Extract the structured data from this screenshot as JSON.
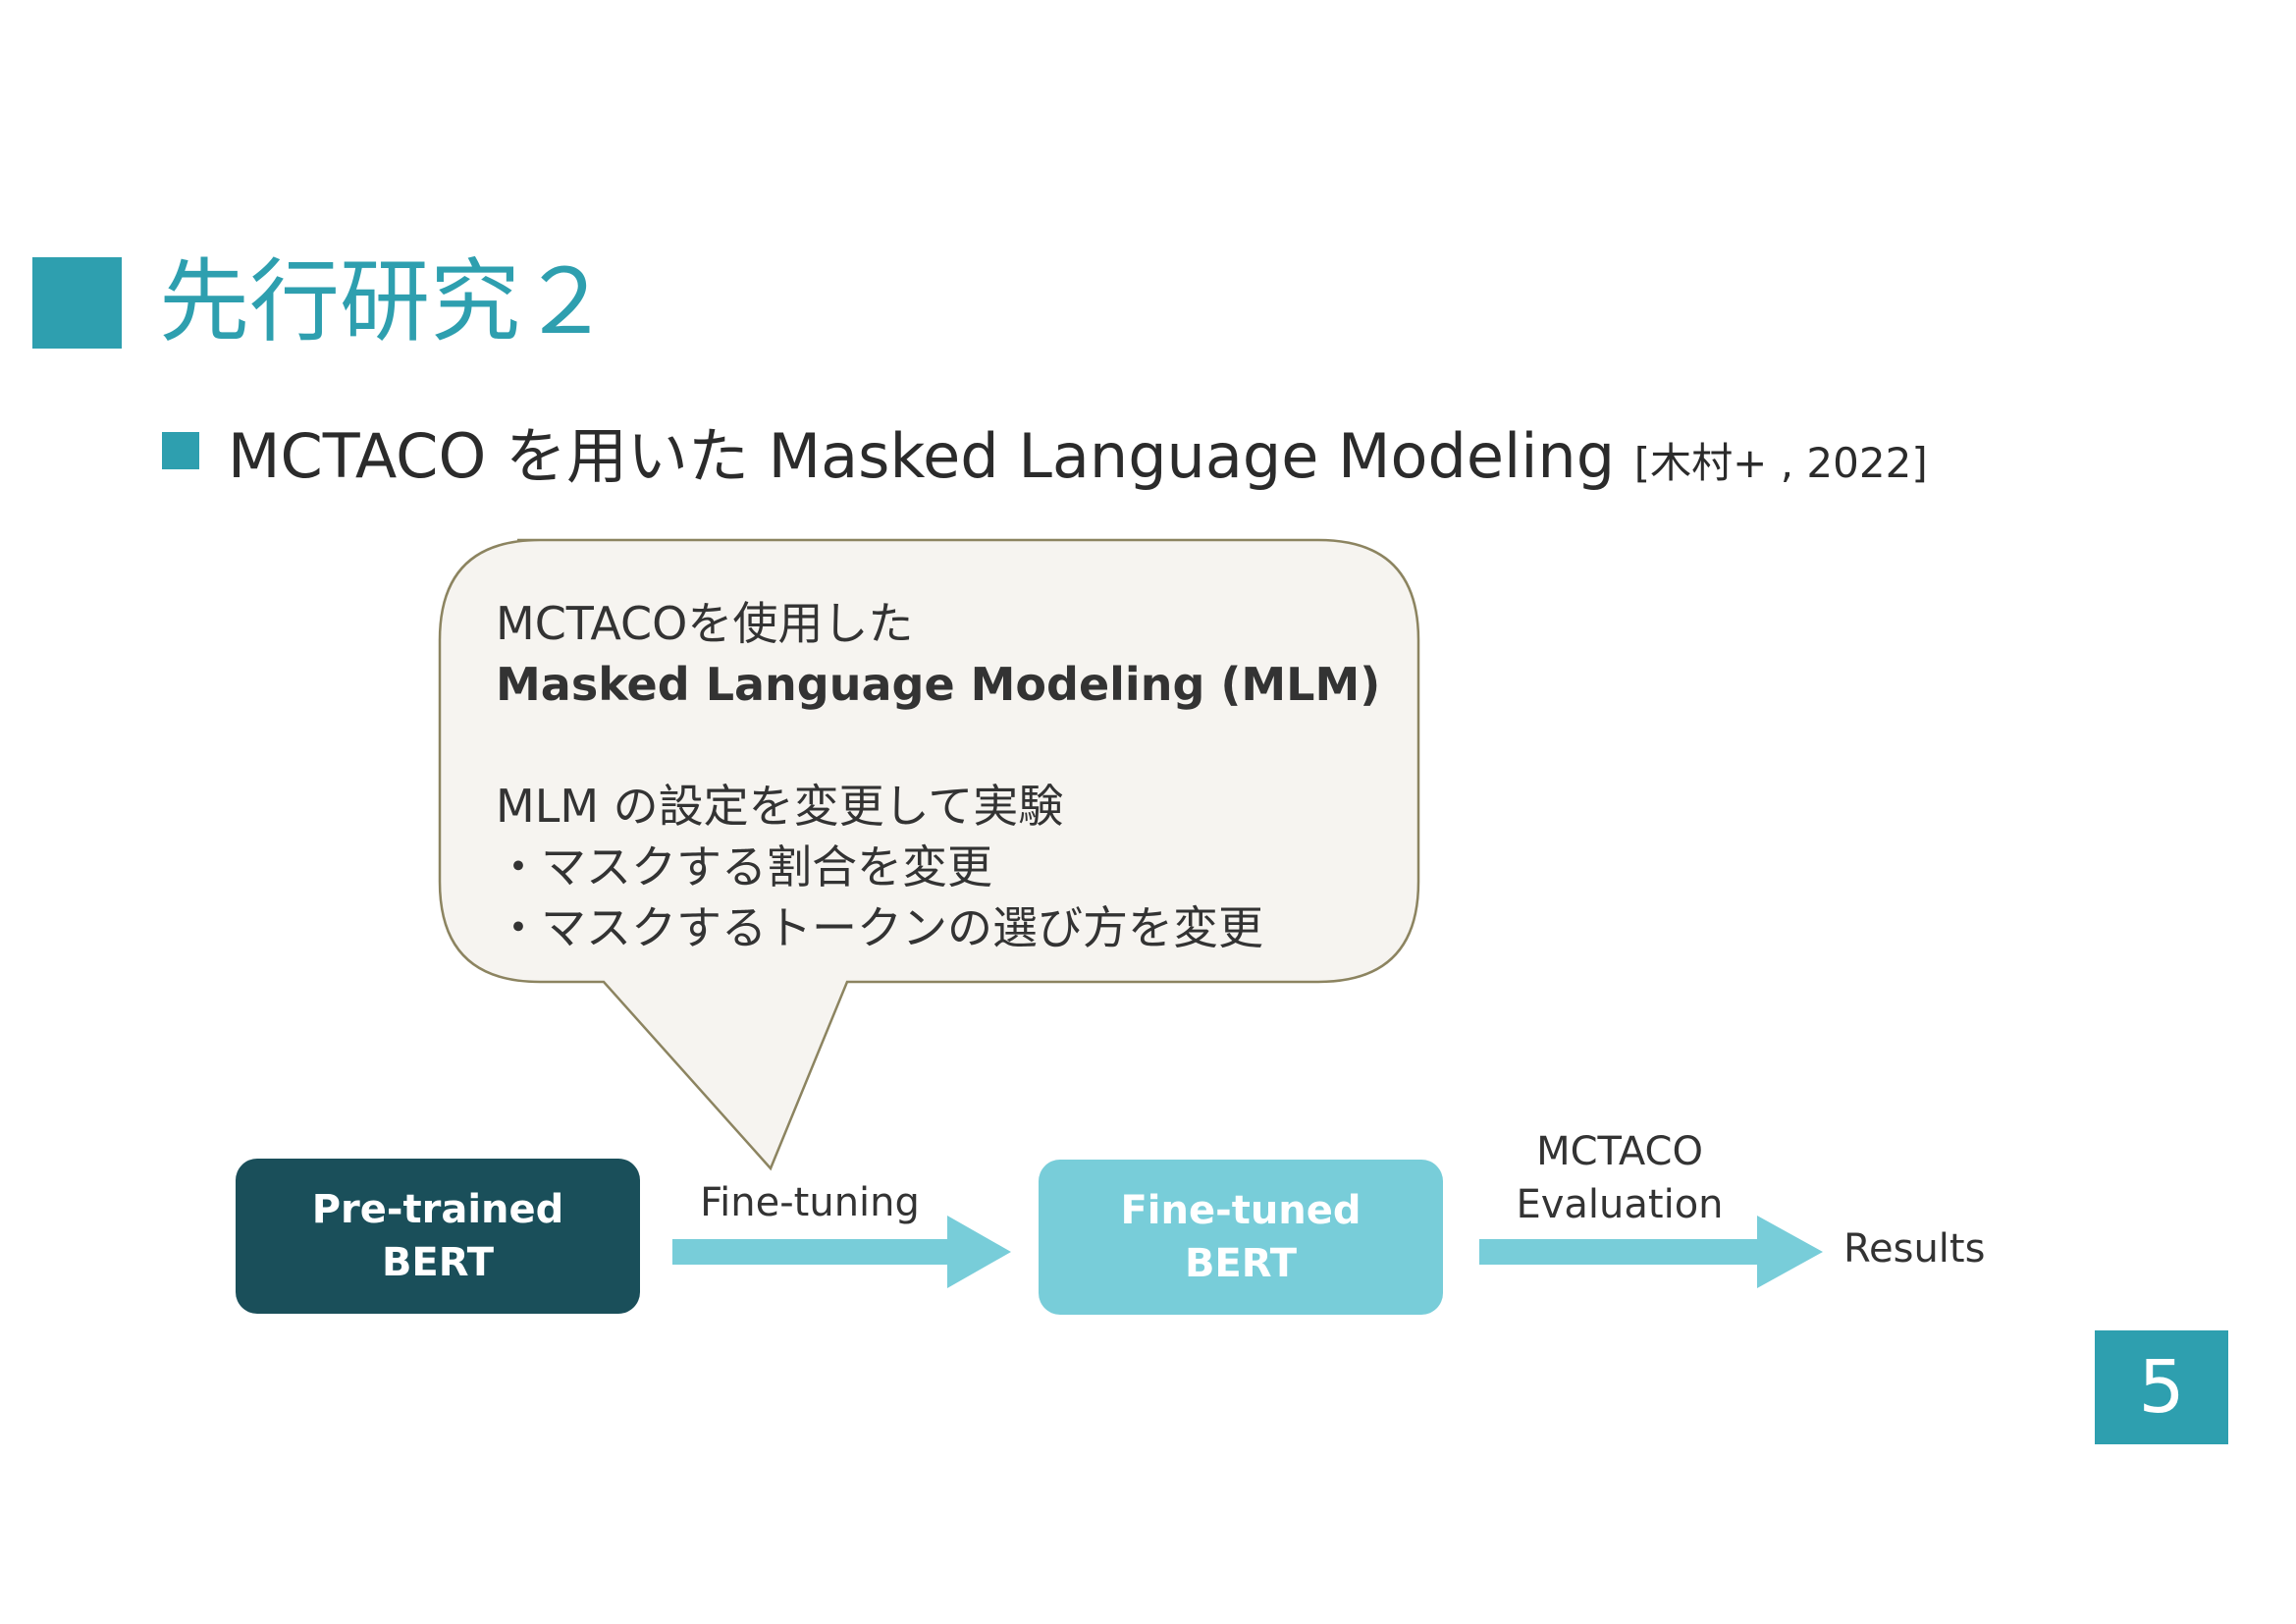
{
  "title": "先行研究２",
  "subtitle": {
    "main": "MCTACO を用いた Masked Language Modeling",
    "citation": "[木村+ , 2022]"
  },
  "callout": {
    "line1": "MCTACOを使用した",
    "line2": "Masked Language Modeling (MLM)",
    "line3": "MLM の設定を変更して実験",
    "line4": "・マスクする割合を変更",
    "line5": "・マスクするトークンの選び方を変更"
  },
  "flow": {
    "pretrained": {
      "line1": "Pre-trained",
      "line2": "BERT"
    },
    "finetuning_label": "Fine-tuning",
    "finetuned": {
      "line1": "Fine-tuned",
      "line2": "BERT"
    },
    "evaluation_label": {
      "line1": "MCTACO",
      "line2": "Evaluation"
    },
    "results": "Results"
  },
  "page_number": "5",
  "colors": {
    "accent": "#2E9FAF",
    "dark_box": "#1A4F5A",
    "light_box": "#78CDD9",
    "arrow": "#78CDD9",
    "callout_fill": "#F6F4F0",
    "callout_border": "#8C8460"
  }
}
